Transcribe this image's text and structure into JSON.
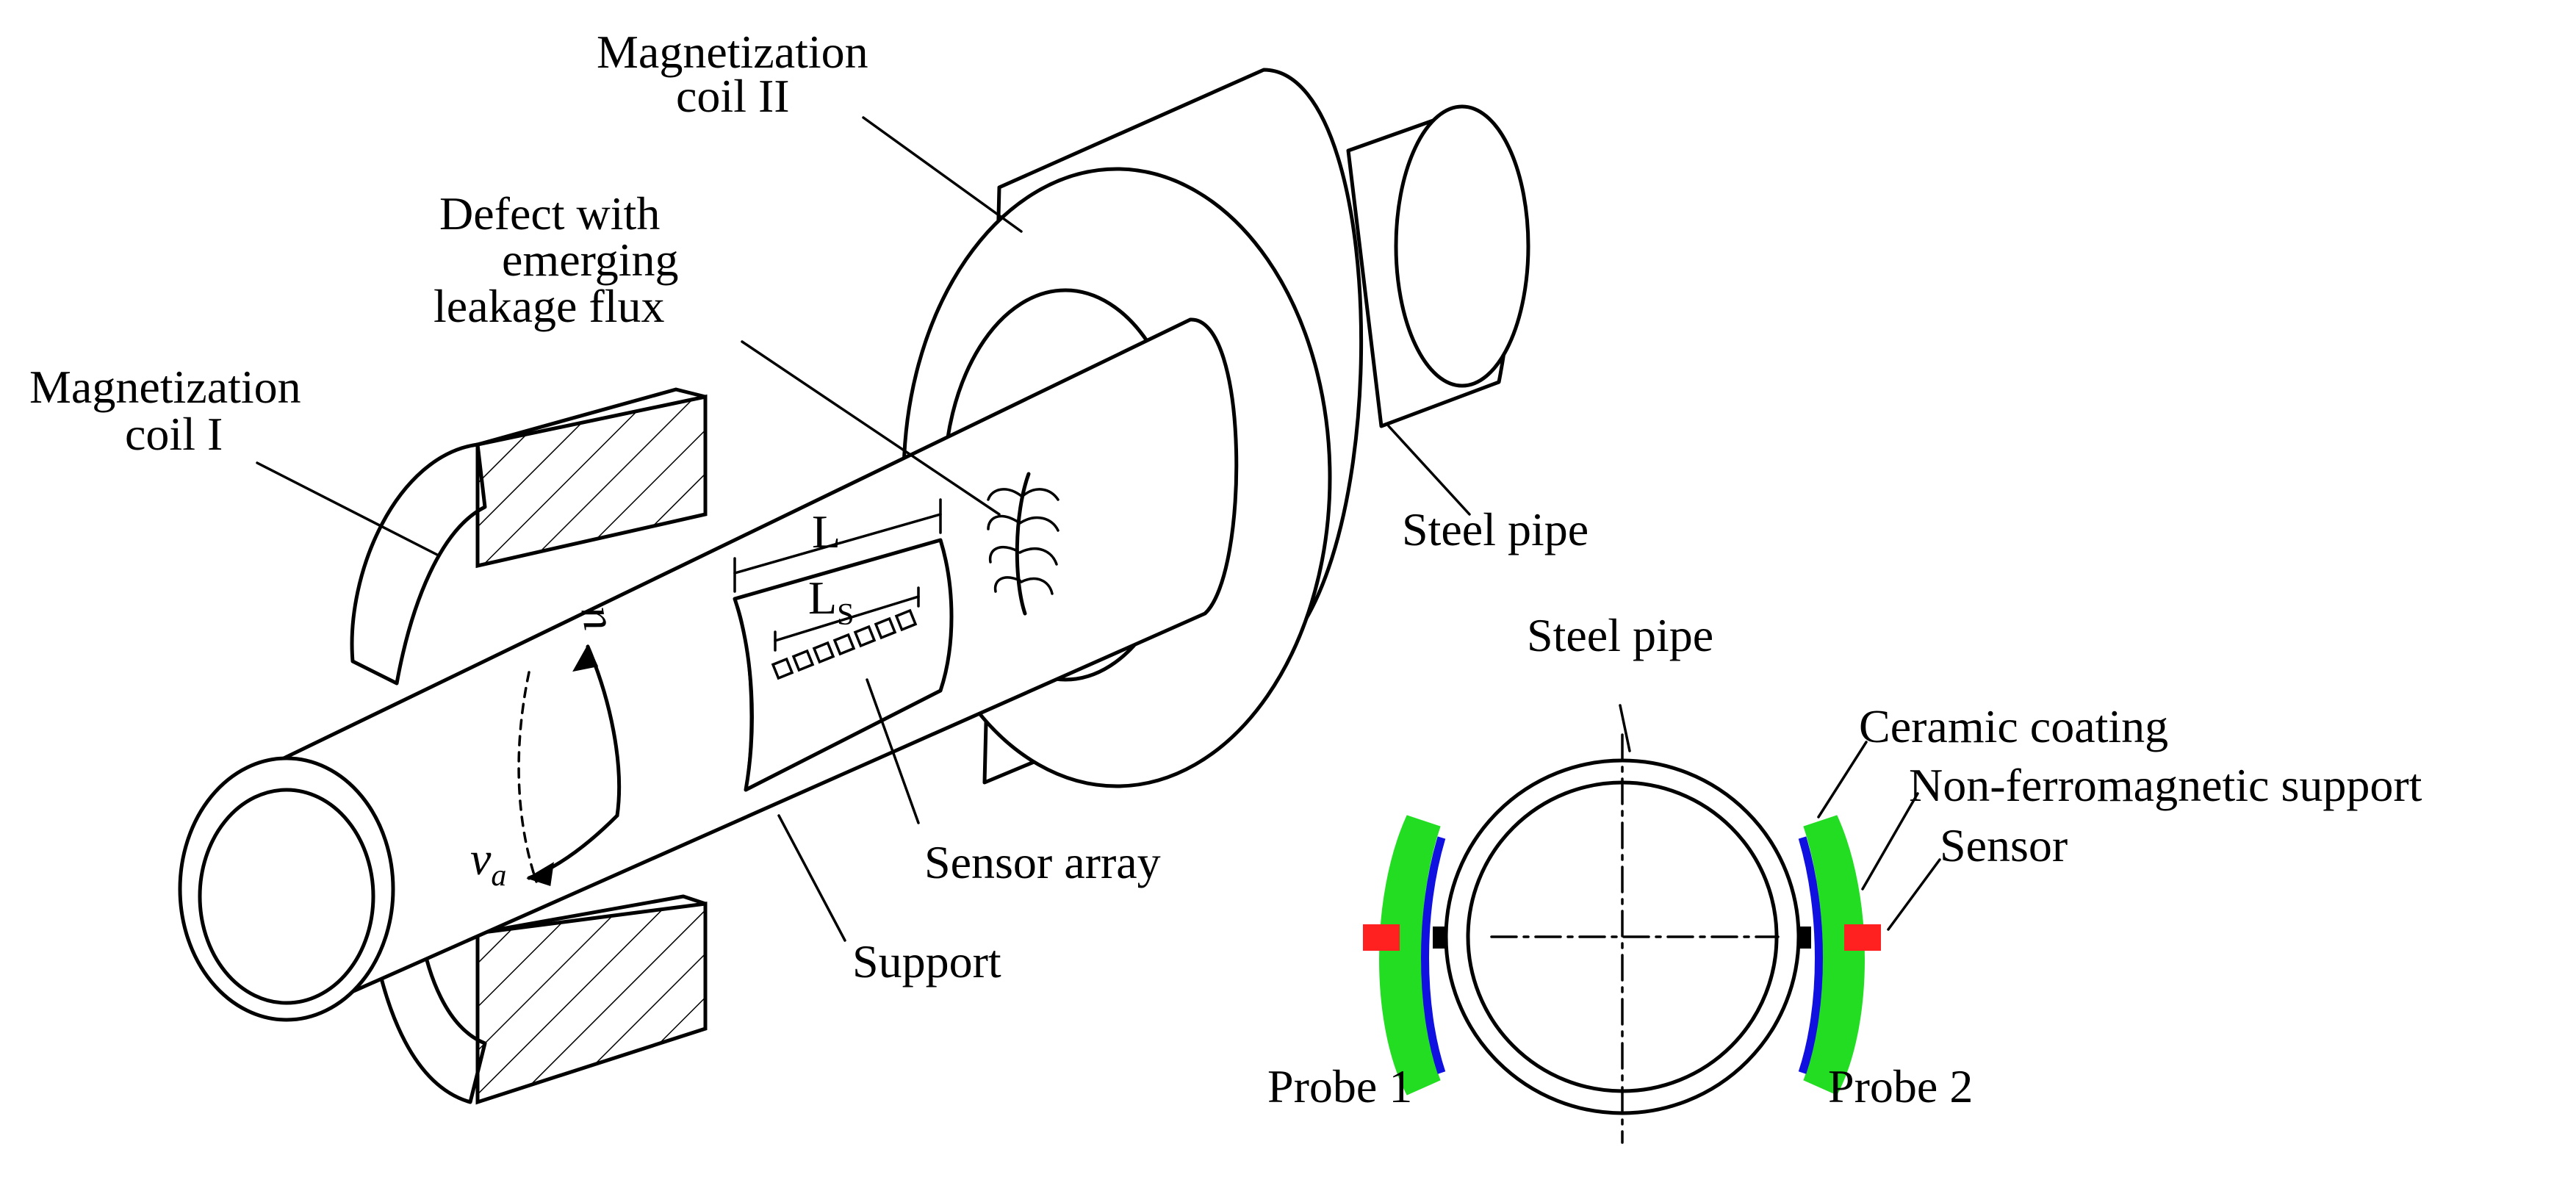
{
  "labels": {
    "coil2_line1": "Magnetization",
    "coil2_line2": "coil II",
    "defect_line1": "Defect with",
    "defect_line2": "emerging",
    "defect_line3": "leakage flux",
    "coil1_line1": "Magnetization",
    "coil1_line2": "coil I",
    "steel_pipe_top": "Steel pipe",
    "L": "L",
    "Ls_main": "L",
    "Ls_sub": "S",
    "n": "n",
    "va_main": "v",
    "va_sub": "a",
    "sensor_array": "Sensor array",
    "support": "Support"
  },
  "cross_section": {
    "steel_pipe": "Steel pipe",
    "ceramic_coating": "Ceramic coating",
    "non_ferro_support": "Non-ferromagnetic support",
    "sensor": "Sensor",
    "probe1": "Probe 1",
    "probe2": "Probe 2"
  },
  "colors": {
    "line": "#000000",
    "ceramic_coating": "#1010e0",
    "support": "#22dd22",
    "sensor": "#ff2020",
    "hatch": "#000000"
  }
}
